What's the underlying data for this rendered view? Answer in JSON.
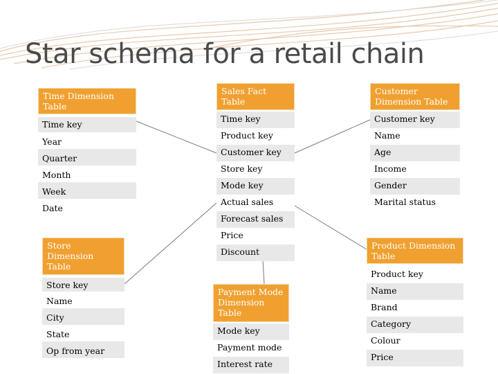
{
  "title": "Star schema for a retail chain",
  "colors": {
    "header": "#f0a030",
    "stripe": "#e8e8e8",
    "connector": "#7a7a7a"
  },
  "tables": {
    "time": {
      "header": "Time Dimension Table",
      "rows": [
        "Time key",
        "Year",
        "Quarter",
        "Month",
        "Week",
        "Date"
      ]
    },
    "sales": {
      "header": "Sales Fact Table",
      "rows": [
        "Time key",
        "Product key",
        "Customer key",
        "Store key",
        "Mode key",
        "Actual sales",
        "Forecast sales",
        "Price",
        "Discount"
      ]
    },
    "customer": {
      "header": "Customer Dimension Table",
      "rows": [
        "Customer key",
        "Name",
        "Age",
        "Income",
        "Gender",
        "Marital status"
      ]
    },
    "store": {
      "header": "Store Dimension Table",
      "rows": [
        "Store key",
        "Name",
        "City",
        "State",
        "Op from year"
      ]
    },
    "payment": {
      "header": "Payment Mode Dimension Table",
      "rows": [
        "Mode key",
        "Payment mode",
        "Interest rate"
      ]
    },
    "product": {
      "header": "Product Dimension Table",
      "rows": [
        "Product key",
        "Name",
        "Brand",
        "Category",
        "Colour",
        "Price"
      ]
    }
  }
}
